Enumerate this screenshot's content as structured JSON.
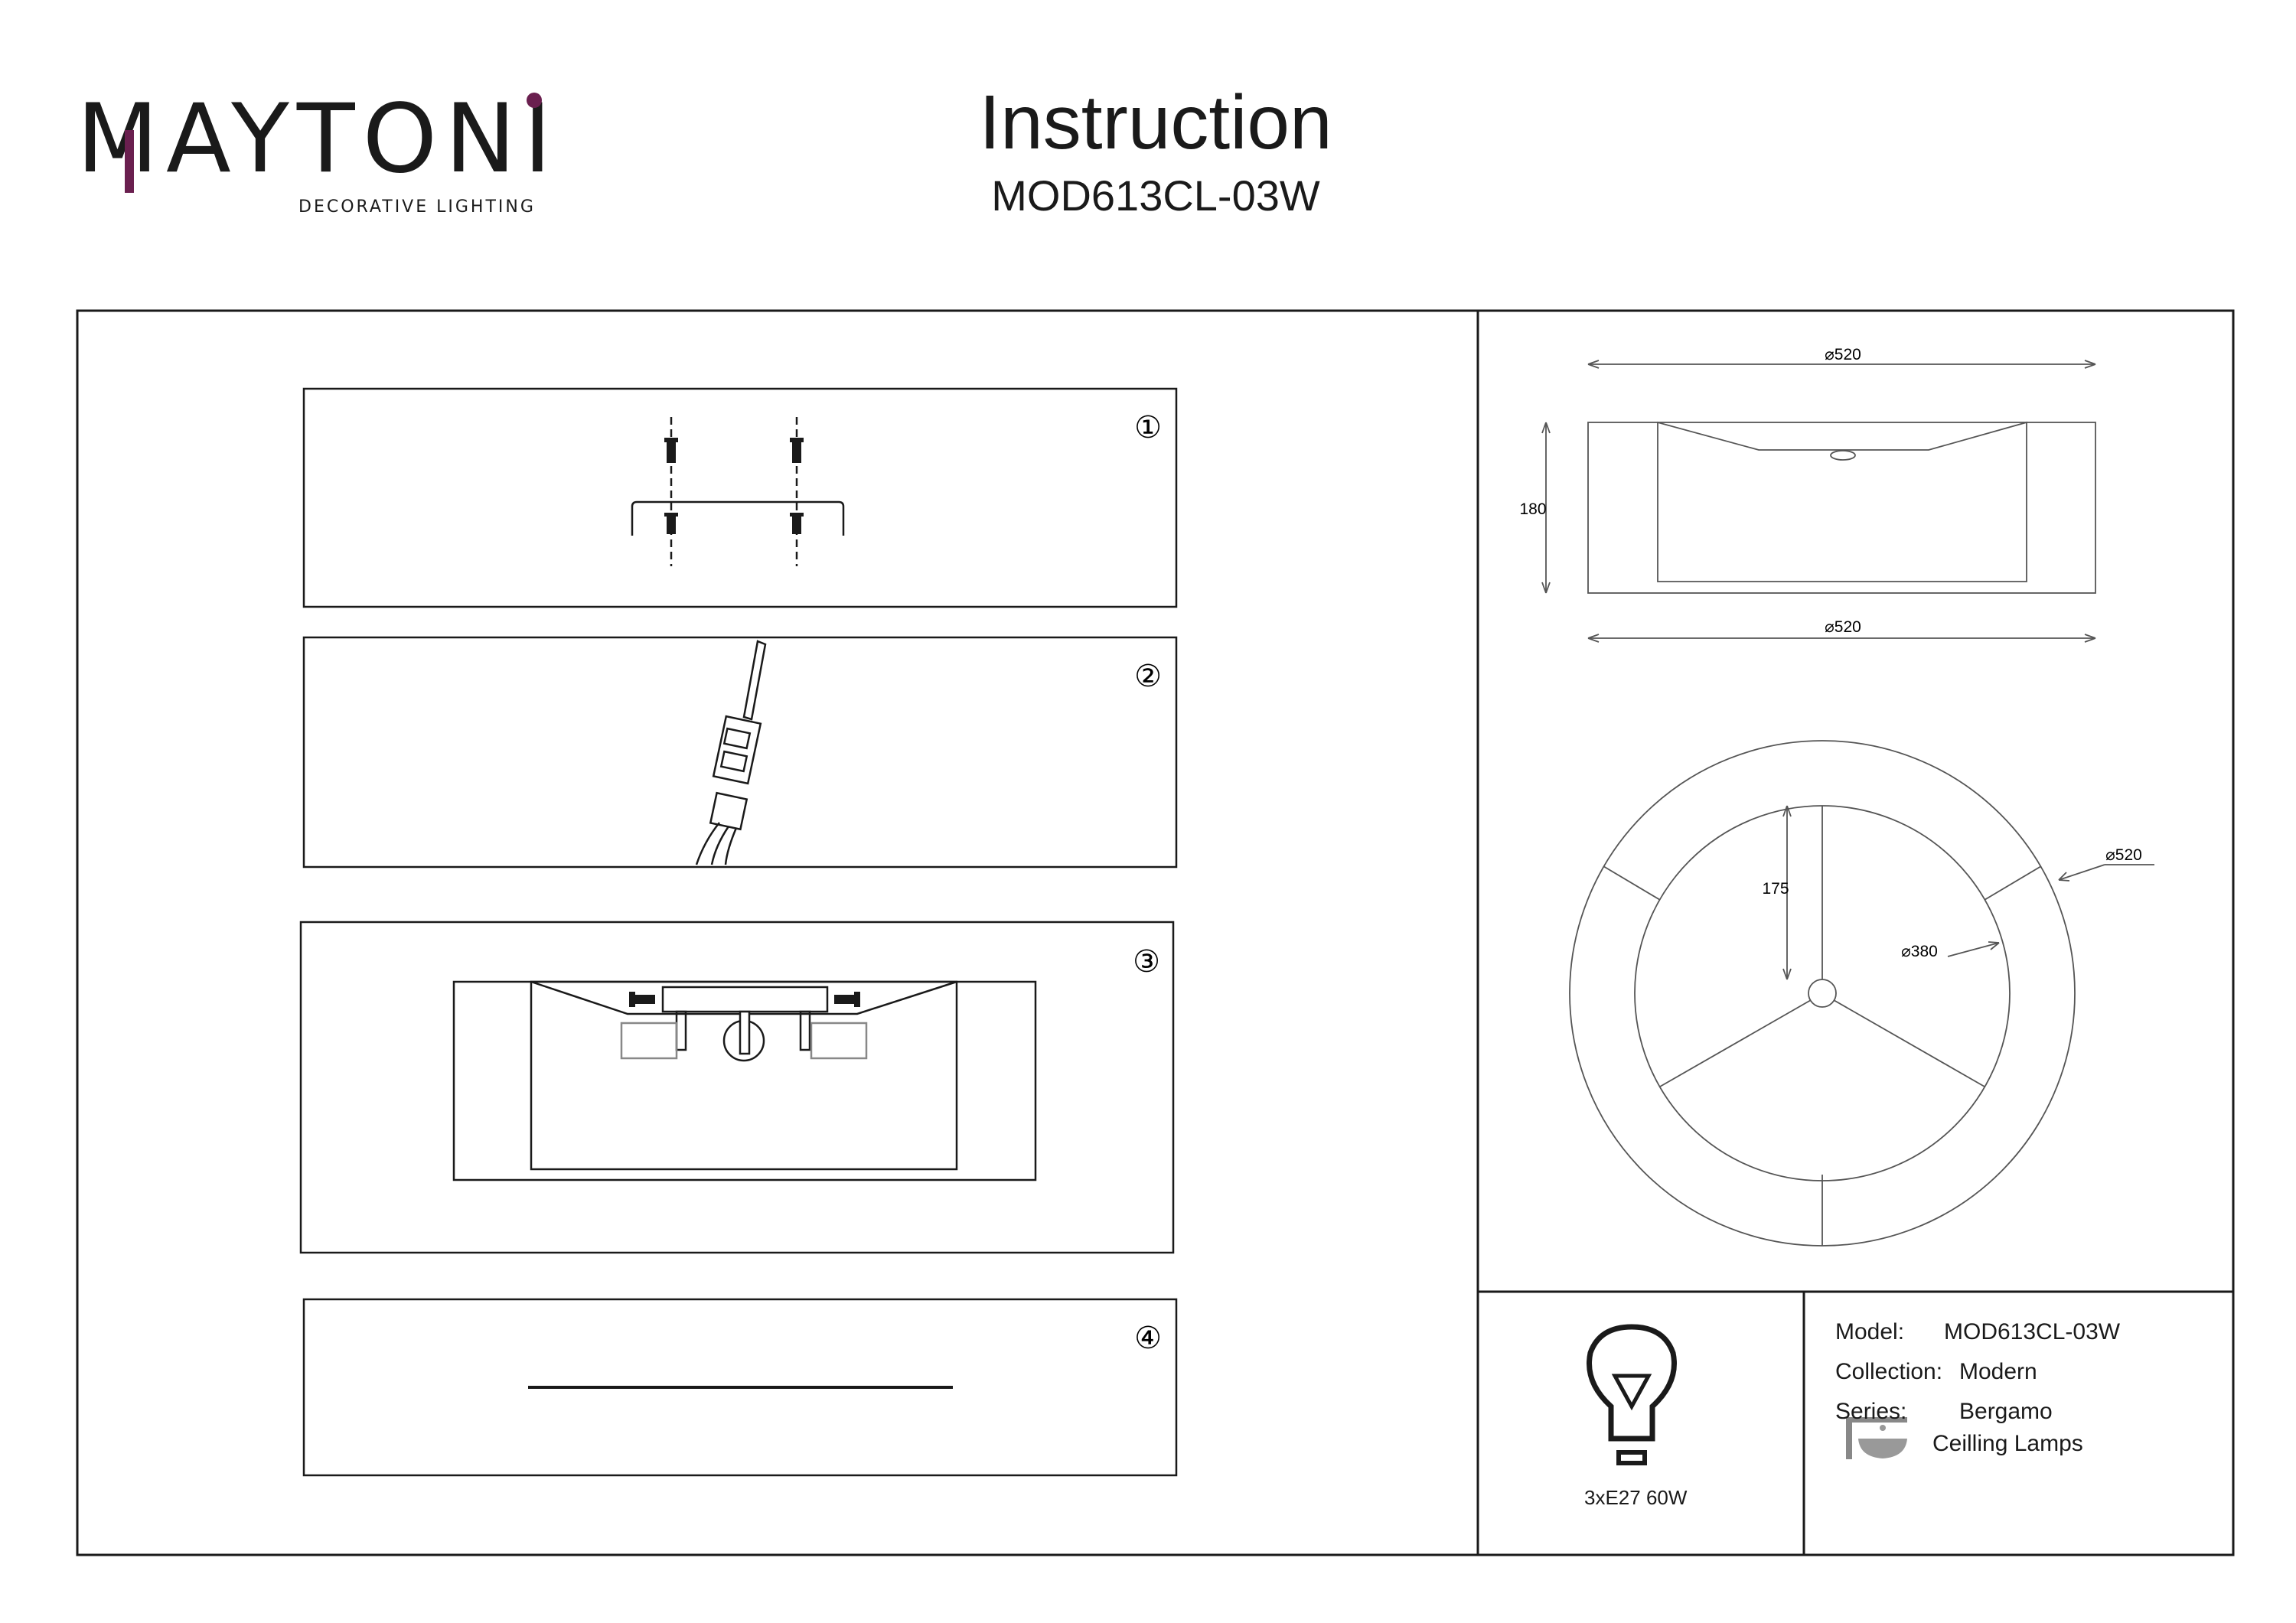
{
  "brand": {
    "name": "MAYTONI",
    "tagline": "DECORATIVE LIGHTING",
    "accent_color": "#6a1f4f"
  },
  "header": {
    "title": "Instruction",
    "model_code": "MOD613CL-03W"
  },
  "steps": [
    {
      "number": "①"
    },
    {
      "number": "②"
    },
    {
      "number": "③"
    },
    {
      "number": "④"
    }
  ],
  "dimensions": {
    "top_width": "⌀520",
    "height": "180",
    "bottom_width": "⌀520",
    "outer_diameter": "⌀520",
    "inner_diameter": "⌀380",
    "radius": "175"
  },
  "lamp": {
    "icon": "light-bulb-icon",
    "spec": "3xE27 60W"
  },
  "specs": {
    "model_label": "Model:",
    "model_value": "MOD613CL-03W",
    "collection_label": "Collection:",
    "collection_value": "Modern",
    "series_label": "Series:",
    "series_value": "Bergamo",
    "type_icon": "ceiling-lamp-icon",
    "type_value": "Ceilling Lamps"
  }
}
